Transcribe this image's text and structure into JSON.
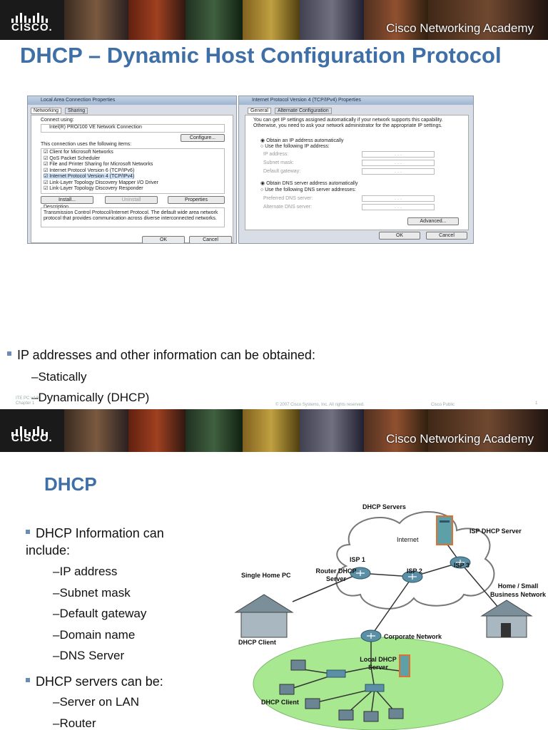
{
  "slide1": {
    "banner": {
      "logo": "CISCO.",
      "academy": "Cisco Networking Academy"
    },
    "title": "DHCP – Dynamic Host Configuration Protocol",
    "lan_dialog": {
      "title": "Local Area Connection Properties",
      "tabs": [
        "Networking",
        "Sharing"
      ],
      "connect_using": "Connect using:",
      "adapter": "Intel(R) PRO/100 VE Network Connection",
      "configure": "Configure...",
      "items_label": "This connection uses the following items:",
      "items": [
        "Client for Microsoft Networks",
        "QoS Packet Scheduler",
        "File and Printer Sharing for Microsoft Networks",
        "Internet Protocol Version 6 (TCP/IPv6)",
        "Internet Protocol Version 4 (TCP/IPv4)",
        "Link-Layer Topology Discovery Mapper I/O Driver",
        "Link-Layer Topology Discovery Responder"
      ],
      "install": "Install...",
      "uninstall": "Uninstall",
      "properties": "Properties",
      "description_label": "Description",
      "description": "Transmission Control Protocol/Internet Protocol. The default wide area network protocol that provides communication across diverse interconnected networks.",
      "ok": "OK",
      "cancel": "Cancel"
    },
    "ipv4_dialog": {
      "title": "Internet Protocol Version 4 (TCP/IPv4) Properties",
      "tabs": [
        "General",
        "Alternate Configuration"
      ],
      "intro": "You can get IP settings assigned automatically if your network supports this capability. Otherwise, you need to ask your network administrator for the appropriate IP settings.",
      "obtain_ip": "Obtain an IP address automatically",
      "use_ip": "Use the following IP address:",
      "ip_address": "IP address:",
      "subnet_mask": "Subnet mask:",
      "default_gateway": "Default gateway:",
      "obtain_dns": "Obtain DNS server address automatically",
      "use_dns": "Use the following DNS server addresses:",
      "preferred_dns": "Preferred DNS server:",
      "alternate_dns": "Alternate DNS server:",
      "ip_placeholder": ".   .   .",
      "advanced": "Advanced...",
      "ok": "OK",
      "cancel": "Cancel"
    },
    "bullet": "IP addresses and other information can be obtained:",
    "subs": [
      "Statically",
      "Dynamically (DHCP)"
    ],
    "footer": {
      "left1": "ITE PC v4.0",
      "left2": "Chapter 1",
      "center": "© 2007 Cisco Systems, Inc. All rights reserved.",
      "right": "Cisco Public",
      "page": "1"
    }
  },
  "slide2": {
    "banner": {
      "logo": "CISCO.",
      "academy": "Cisco Networking Academy"
    },
    "title": "DHCP",
    "bullet1": "DHCP Information can include:",
    "subs1": [
      "IP address",
      "Subnet mask",
      "Default gateway",
      "Domain name",
      "DNS Server"
    ],
    "bullet2": "DHCP servers can be:",
    "subs2": [
      "Server on LAN",
      "Router"
    ],
    "diagram": {
      "dhcp_servers": "DHCP Servers",
      "internet": "Internet",
      "isp_dhcp_server": "ISP DHCP Server",
      "isp1": "ISP 1",
      "isp2": "ISP 2",
      "isp3": "ISP 3",
      "router_dhcp_server": "Router DHCP Server",
      "single_home_pc": "Single Home PC",
      "home_small_business": "Home / Small Business Network",
      "dhcp_client_home": "DHCP Client",
      "corporate_network": "Corporate Network",
      "local_dhcp_server": "Local DHCP Server",
      "dhcp_client_lan": "DHCP Client"
    }
  }
}
